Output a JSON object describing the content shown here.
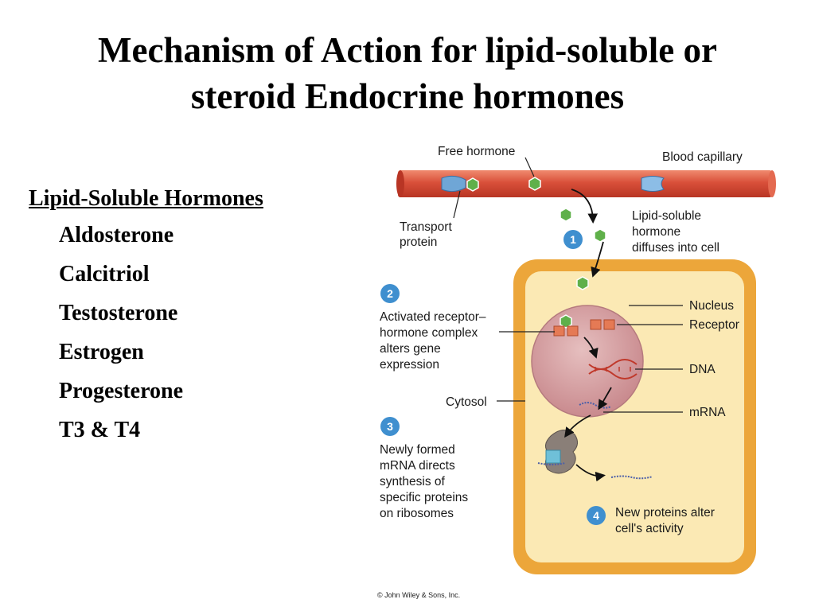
{
  "title": {
    "line1": "Mechanism of Action for lipid-soluble or",
    "line2": "steroid Endocrine hormones"
  },
  "hormone_list": {
    "heading": "Lipid-Soluble Hormones",
    "items": [
      "Aldosterone",
      "Calcitriol",
      "Testosterone",
      "Estrogen",
      "Progesterone",
      "T3 & T4"
    ]
  },
  "diagram": {
    "labels": {
      "free_hormone": "Free hormone",
      "blood_capillary": "Blood capillary",
      "transport_protein_1": "Transport",
      "transport_protein_2": "protein",
      "lipid_soluble_1": "Lipid-soluble",
      "lipid_soluble_2": "hormone",
      "lipid_soluble_3": "diffuses into cell",
      "activated_1": "Activated receptor–",
      "activated_2": "hormone complex",
      "activated_3": "alters gene",
      "activated_4": "expression",
      "nucleus": "Nucleus",
      "receptor": "Receptor",
      "dna": "DNA",
      "cytosol": "Cytosol",
      "mrna": "mRNA",
      "newly_1": "Newly formed",
      "newly_2": "mRNA directs",
      "newly_3": "synthesis of",
      "newly_4": "specific proteins",
      "newly_5": "on ribosomes",
      "new_proteins_1": "New proteins alter",
      "new_proteins_2": "cell's activity"
    },
    "steps": [
      "1",
      "2",
      "3",
      "4"
    ],
    "copyright": "© John Wiley & Sons, Inc.",
    "colors": {
      "capillary": "#d9503a",
      "cell_border": "#eca63a",
      "cytoplasm": "#fbe9b4",
      "nucleus": "#d7a0a2",
      "hormone": "#5fb04a",
      "receptor": "#e57a55",
      "transport": "#6fa6d6",
      "step_circle": "#3f8fcf"
    }
  }
}
